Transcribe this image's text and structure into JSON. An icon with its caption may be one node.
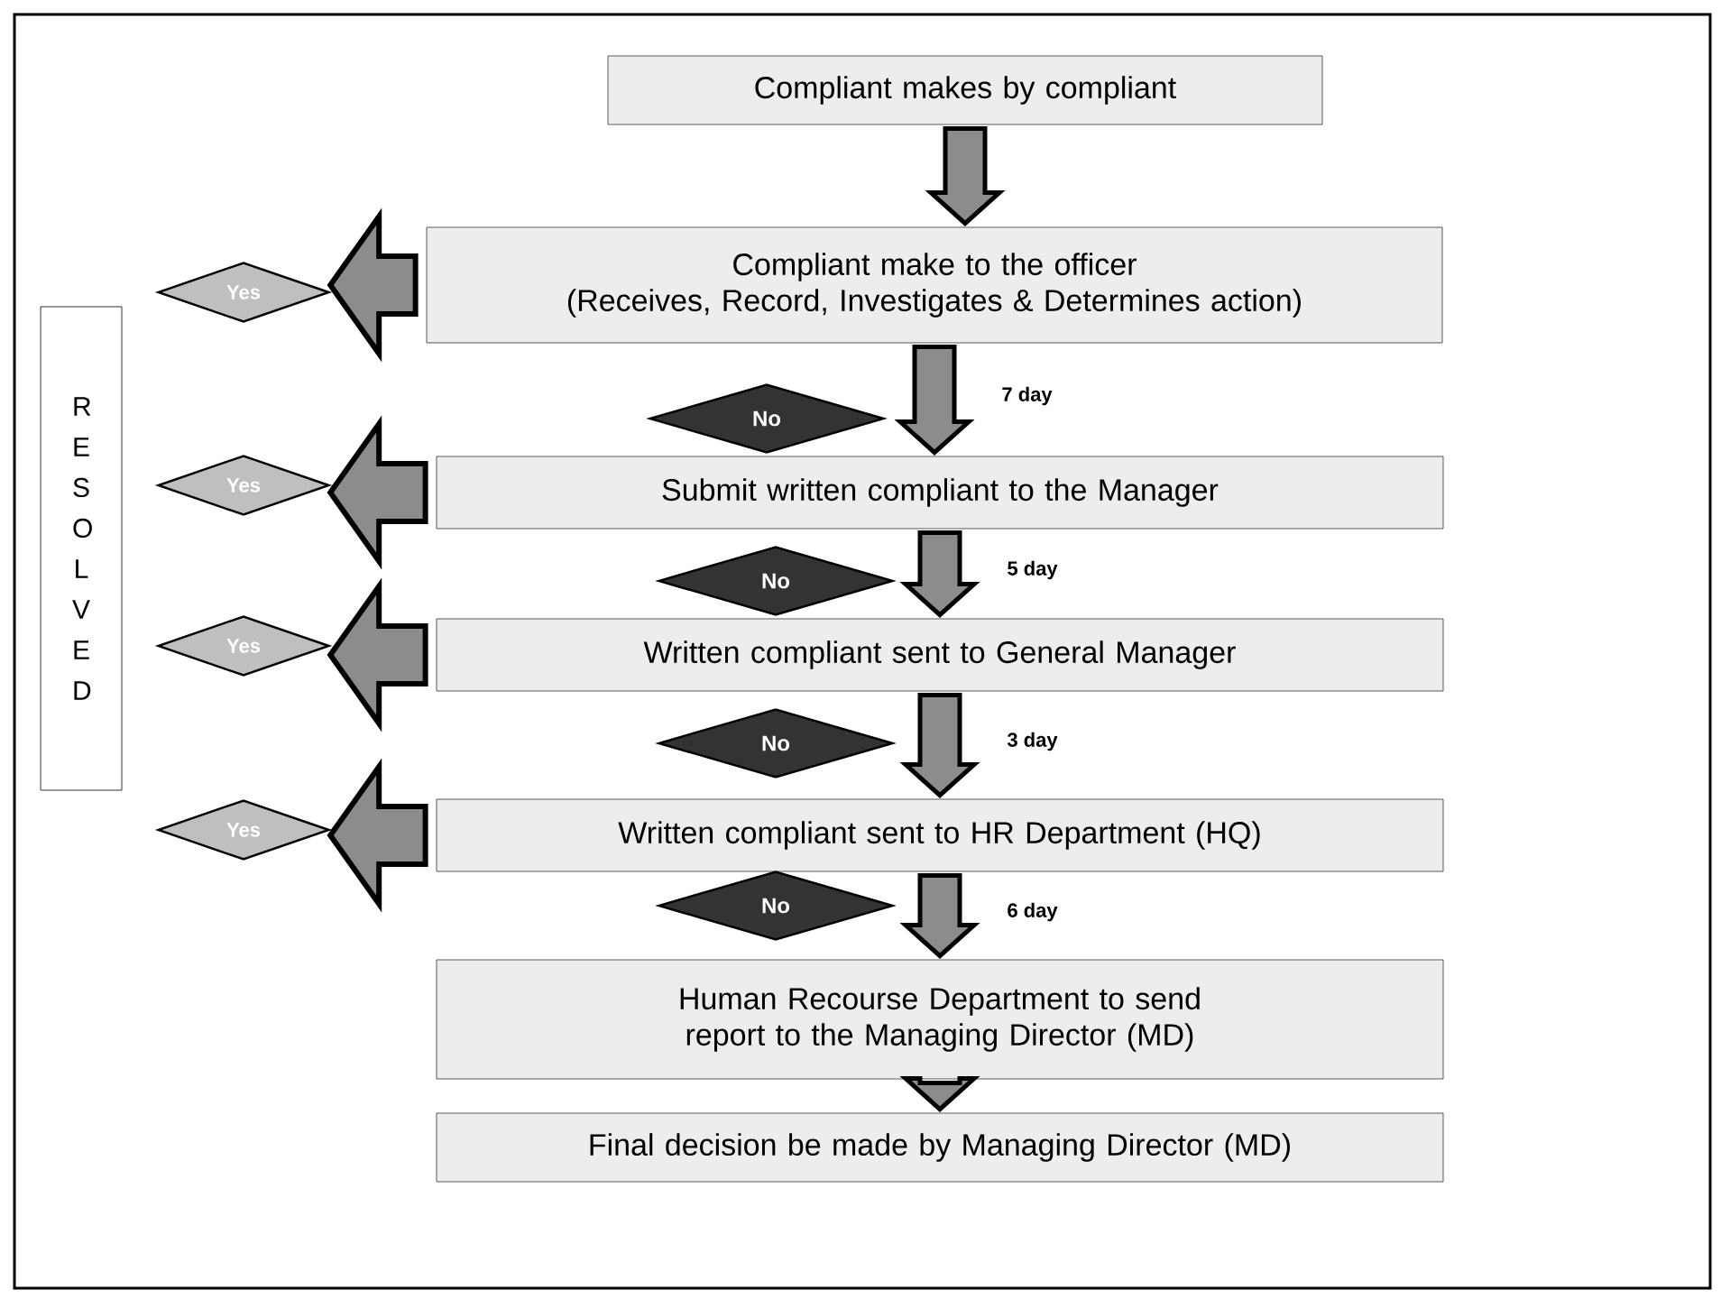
{
  "diagram": {
    "nodes": [
      {
        "text": [
          "Compliant makes by compliant"
        ]
      },
      {
        "text": [
          "Compliant make to the officer",
          "(Receives, Record, Investigates & Determines action)"
        ]
      },
      {
        "text": [
          "Submit written compliant to the Manager"
        ]
      },
      {
        "text": [
          "Written compliant sent to General Manager"
        ]
      },
      {
        "text": [
          "Written compliant sent to HR Department (HQ)"
        ]
      },
      {
        "text": [
          "Human Recourse Department to send report to the Managing Director (MD)"
        ]
      },
      {
        "text": [
          "Final decision be made by Managing Director (MD)"
        ]
      },
      {
        "text": [
          "R E S O L V E D"
        ]
      },
      {
        "text": [
          "Yes"
        ]
      },
      {
        "text": [
          "Yes"
        ]
      },
      {
        "text": [
          "Yes"
        ]
      },
      {
        "text": [
          "Yes"
        ]
      },
      {
        "text": [
          "No"
        ]
      },
      {
        "text": [
          "No"
        ]
      },
      {
        "text": [
          "No"
        ]
      },
      {
        "text": [
          "No"
        ]
      }
    ],
    "edges": [
      {
        "from": 0,
        "to": 1,
        "arrow": "to"
      },
      {
        "from": 1,
        "to": 2,
        "arrow": "to",
        "label": "7 day"
      },
      {
        "from": 2,
        "to": 3,
        "arrow": "to",
        "label": "5 day"
      },
      {
        "from": 3,
        "to": 4,
        "arrow": "to",
        "label": "3 day"
      },
      {
        "from": 4,
        "to": 5,
        "arrow": "to",
        "label": "6 day"
      },
      {
        "from": 5,
        "to": 6,
        "arrow": "to"
      },
      {
        "from": 1,
        "to": 8,
        "arrow": "to"
      },
      {
        "from": 2,
        "to": 9,
        "arrow": "to"
      },
      {
        "from": 3,
        "to": 10,
        "arrow": "to"
      },
      {
        "from": 4,
        "to": 11,
        "arrow": "to"
      }
    ]
  }
}
